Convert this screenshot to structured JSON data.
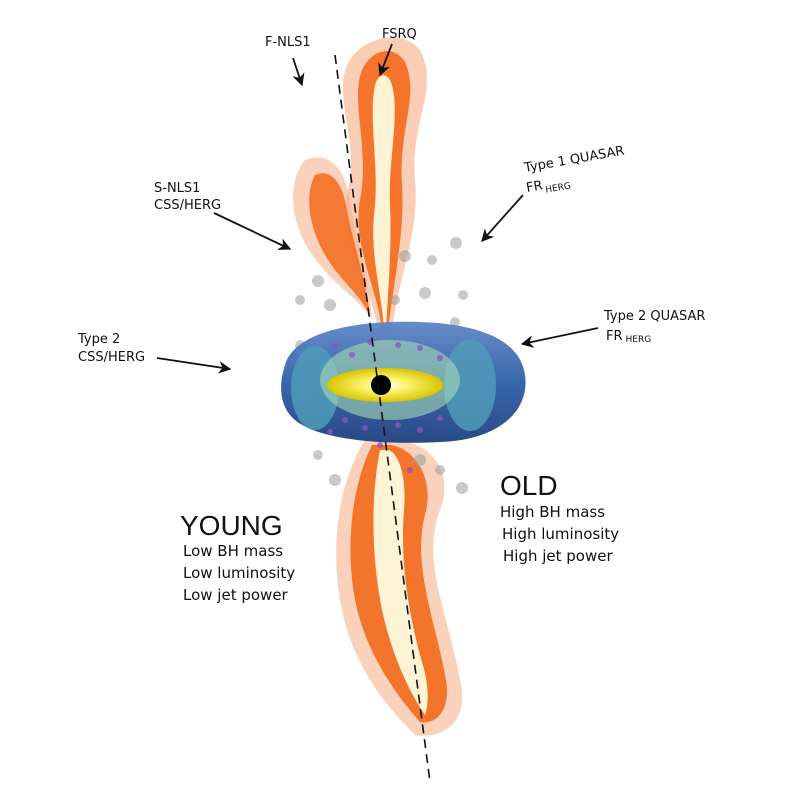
{
  "labels": {
    "fnls1": "F-NLS1",
    "fsrq": "FSRQ",
    "type1_quasar": "Type 1 QUASAR",
    "type1_fr": "FR",
    "type1_fr_sub": "HERG",
    "snls1_line1": "S-NLS1",
    "snls1_line2": "CSS/HERG",
    "type2_line1": "Type 2",
    "type2_line2": "CSS/HERG",
    "type2_quasar": "Type 2 QUASAR",
    "type2_fr": "FR",
    "type2_fr_sub": "HERG"
  },
  "young": {
    "title": "YOUNG",
    "items": [
      "Low BH mass",
      "Low luminosity",
      "Low jet power"
    ]
  },
  "old": {
    "title": "OLD",
    "items": [
      "High BH mass",
      "High luminosity",
      "High jet power"
    ]
  },
  "colors": {
    "jet_outer": "#f6a57a",
    "jet_mid": "#f26a1b",
    "jet_core": "#fff3d6",
    "torus": "#2f5fa8",
    "torus_dark": "#1f3f80",
    "disk": "#f2e200",
    "cloud": "#9aa09a",
    "cloud_purple": "#8a55b8",
    "green_halo": "#a8d9b0"
  }
}
